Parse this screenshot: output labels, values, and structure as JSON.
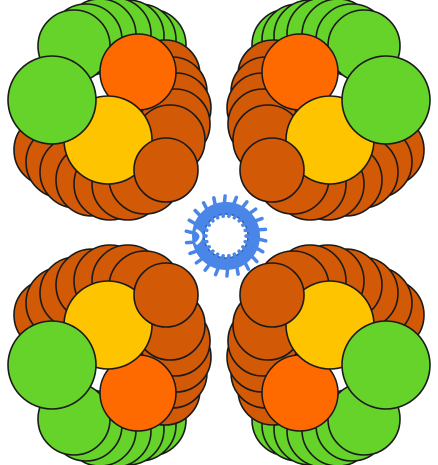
{
  "figure": {
    "kind": "illustration",
    "clusters": [
      {
        "id": "top-left",
        "role": "cluster"
      },
      {
        "id": "top-right",
        "role": "cluster"
      },
      {
        "id": "bottom-left",
        "role": "cluster"
      },
      {
        "id": "bottom-right",
        "role": "cluster"
      }
    ],
    "center_icon": "coiled-ring-icon",
    "colors": {
      "background": "#ffffff",
      "outline": "#1a1a1a",
      "dark_orange": "#d25a06",
      "orange": "#ff6a00",
      "yellow": "#ffc400",
      "green": "#66d32a",
      "blue_ring": "#4a86e8",
      "blue_ring_dark": "#2f5fb8"
    }
  }
}
